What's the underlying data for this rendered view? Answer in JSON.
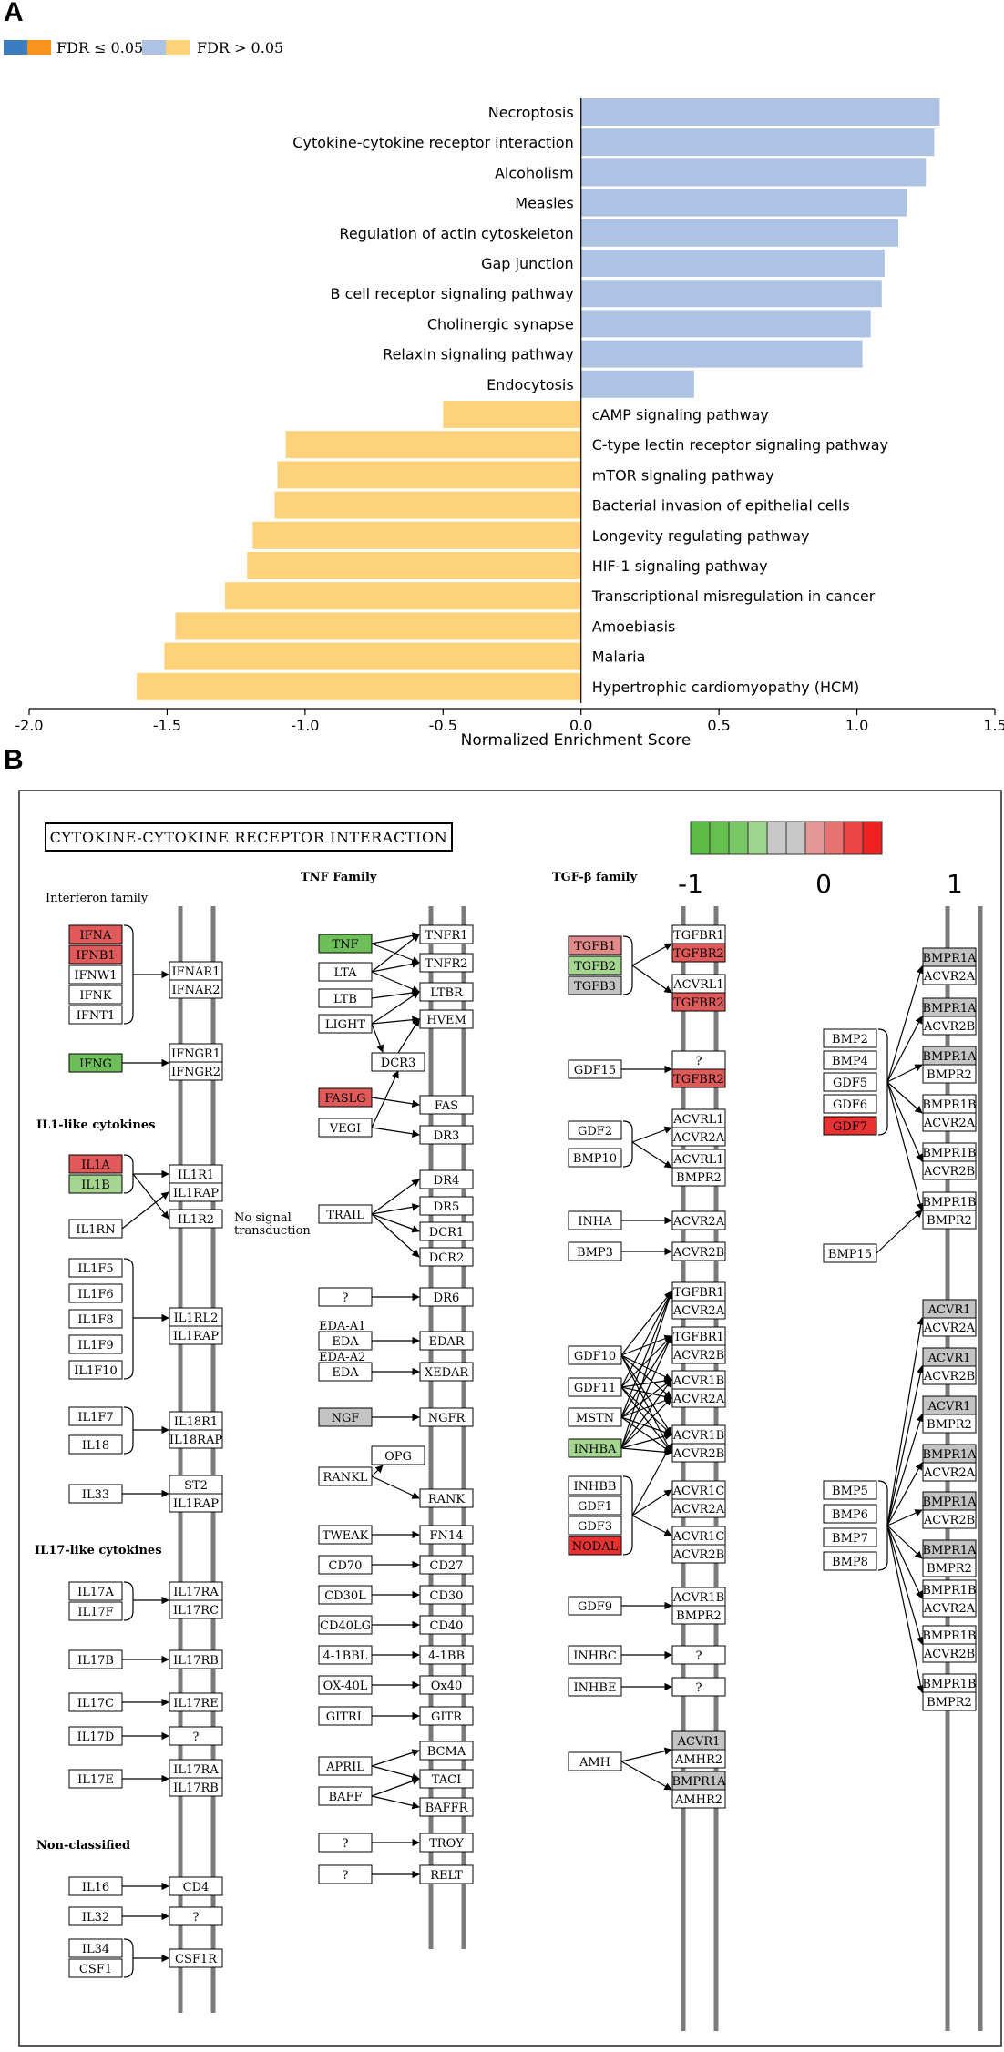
{
  "panel_a_label": "A",
  "panel_b_label": "B",
  "legend": {
    "sig_label": "FDR ≤ 0.05",
    "nonsig_label": "FDR > 0.05",
    "colors": {
      "pos_sig": "#3b7dc0",
      "neg_sig": "#f7931e",
      "pos_nonsig": "#aec3e3",
      "neg_nonsig": "#fdd27a"
    }
  },
  "chart_data": {
    "type": "bar",
    "orientation": "horizontal",
    "xlabel": "Normalized Enrichment Score",
    "xlim": [
      -2.0,
      1.5
    ],
    "xticks": [
      "-2.0",
      "-1.5",
      "-1.0",
      "-0.5",
      "0.0",
      "0.5",
      "1.0",
      "1.5"
    ],
    "categories": [
      "Necroptosis",
      "Cytokine-cytokine receptor interaction",
      "Alcoholism",
      "Measles",
      "Regulation of actin cytoskeleton",
      "Gap junction",
      "B cell receptor signaling pathway",
      "Cholinergic synapse",
      "Relaxin signaling pathway",
      "Endocytosis",
      "cAMP signaling pathway",
      "C-type lectin receptor signaling pathway",
      "mTOR signaling pathway",
      "Bacterial invasion of epithelial cells",
      "Longevity regulating pathway",
      "HIF-1 signaling pathway",
      "Transcriptional misregulation in cancer",
      "Amoebiasis",
      "Malaria",
      "Hypertrophic cardiomyopathy (HCM)"
    ],
    "values": [
      1.3,
      1.28,
      1.25,
      1.18,
      1.15,
      1.1,
      1.09,
      1.05,
      1.02,
      0.41,
      -0.5,
      -1.07,
      -1.1,
      -1.11,
      -1.19,
      -1.21,
      -1.29,
      -1.47,
      -1.51,
      -1.61
    ],
    "fdr_significant": [
      false,
      false,
      false,
      false,
      false,
      false,
      false,
      false,
      false,
      false,
      false,
      false,
      false,
      false,
      false,
      false,
      false,
      false,
      false,
      false
    ]
  },
  "pathway": {
    "title": "CYTOKINE-CYTOKINE RECEPTOR INTERACTION",
    "scale_labels": [
      "-1",
      "0",
      "1"
    ],
    "scale_colors": [
      "#5dbb46",
      "#66c04f",
      "#79c865",
      "#9fd68e",
      "#c8c8c8",
      "#c8c8c8",
      "#e39797",
      "#e67272",
      "#ec4545",
      "#ef2020"
    ],
    "colors": {
      "red": "#e05a5a",
      "brightred": "#e83232",
      "lightred": "#e08a8a",
      "green": "#6ebf5a",
      "lightgreen": "#a5d68f",
      "gray": "#c4c4c4",
      "white": "#ffffff"
    },
    "sections": {
      "interferon": "Interferon family",
      "il1": "IL1-like cytokines",
      "il17": "IL17-like cytokines",
      "nonclass": "Non-classified",
      "tnf": "TNF Family",
      "tgfb": "TGF-β family",
      "no_signal": "No signal transduction"
    },
    "genes": {
      "IFNA": "IFNA",
      "IFNB1": "IFNB1",
      "IFNW1": "IFNW1",
      "IFNK": "IFNK",
      "IFNT1": "IFNT1",
      "IFNG": "IFNG",
      "IFNAR1": "IFNAR1",
      "IFNAR2": "IFNAR2",
      "IFNGR1": "IFNGR1",
      "IFNGR2": "IFNGR2",
      "IL1A": "IL1A",
      "IL1B": "IL1B",
      "IL1RN": "IL1RN",
      "IL1R1": "IL1R1",
      "IL1RAP": "IL1RAP",
      "IL1R2": "IL1R2",
      "IL1F5": "IL1F5",
      "IL1F6": "IL1F6",
      "IL1F8": "IL1F8",
      "IL1F9": "IL1F9",
      "IL1F10": "IL1F10",
      "IL1RL2": "IL1RL2",
      "IL1RAP_b": "IL1RAP",
      "IL1F7": "IL1F7",
      "IL18": "IL18",
      "IL18R1": "IL18R1",
      "IL18RAP": "IL18RAP",
      "IL33": "IL33",
      "ST2": "ST2",
      "IL1RAP_c": "IL1RAP",
      "IL17A": "IL17A",
      "IL17F": "IL17F",
      "IL17RA": "IL17RA",
      "IL17RC": "IL17RC",
      "IL17B": "IL17B",
      "IL17RB": "IL17RB",
      "IL17C": "IL17C",
      "IL17RE": "IL17RE",
      "IL17D": "IL17D",
      "Q": "?",
      "IL17E": "IL17E",
      "IL17RA_b": "IL17RA",
      "IL17RB_b": "IL17RB",
      "IL16": "IL16",
      "CD4": "CD4",
      "IL32": "IL32",
      "IL34": "IL34",
      "CSF1": "CSF1",
      "CSF1R": "CSF1R",
      "TNF": "TNF",
      "LTA": "LTA",
      "LTB": "LTB",
      "LIGHT": "LIGHT",
      "FASLG": "FASLG",
      "VEGI": "VEGI",
      "TRAIL": "TRAIL",
      "EDA_A1": "EDA-A1",
      "EDA": "EDA",
      "EDA_A2": "EDA-A2",
      "NGF": "NGF",
      "RANKL": "RANKL",
      "OPG": "OPG",
      "TWEAK": "TWEAK",
      "CD70": "CD70",
      "CD30L": "CD30L",
      "CD40LG": "CD40LG",
      "4_1BBL": "4-1BBL",
      "OX40L": "OX-40L",
      "GITRL": "GITRL",
      "APRIL": "APRIL",
      "BAFF": "BAFF",
      "TNFR1": "TNFR1",
      "TNFR2": "TNFR2",
      "LTBR": "LTBR",
      "HVEM": "HVEM",
      "DCR3": "DCR3",
      "FAS": "FAS",
      "DR3": "DR3",
      "DR4": "DR4",
      "DR5": "DR5",
      "DCR1": "DCR1",
      "DCR2": "DCR2",
      "DR6": "DR6",
      "EDAR": "EDAR",
      "XEDAR": "XEDAR",
      "NGFR": "NGFR",
      "RANK": "RANK",
      "FN14": "FN14",
      "CD27": "CD27",
      "CD30": "CD30",
      "CD40": "CD40",
      "4_1BB": "4-1BB",
      "Ox40": "Ox40",
      "GITR": "GITR",
      "BCMA": "BCMA",
      "TACI": "TACI",
      "BAFFR": "BAFFR",
      "TROY": "TROY",
      "RELT": "RELT",
      "TGFB1": "TGFB1",
      "TGFB2": "TGFB2",
      "TGFB3": "TGFB3",
      "TGFBR1": "TGFBR1",
      "TGFBR2": "TGFBR2",
      "ACVRL1": "ACVRL1",
      "GDF15": "GDF15",
      "GDF2": "GDF2",
      "BMP10": "BMP10",
      "ACVR2A": "ACVR2A",
      "BMPR2": "BMPR2",
      "INHA": "INHA",
      "BMP3": "BMP3",
      "ACVR2B": "ACVR2B",
      "GDF10": "GDF10",
      "GDF11": "GDF11",
      "MSTN": "MSTN",
      "INHBA": "INHBA",
      "INHBB": "INHBB",
      "GDF1": "GDF1",
      "GDF3": "GDF3",
      "NODAL": "NODAL",
      "ACVR1B": "ACVR1B",
      "ACVR1C": "ACVR1C",
      "GDF9": "GDF9",
      "INHBC": "INHBC",
      "INHBE": "INHBE",
      "AMH": "AMH",
      "ACVR1": "ACVR1",
      "AMHR2": "AMHR2",
      "BMPR1A": "BMPR1A",
      "BMP2": "BMP2",
      "BMP4": "BMP4",
      "GDF5": "GDF5",
      "GDF6": "GDF6",
      "GDF7": "GDF7",
      "BMPR1B": "BMPR1B",
      "BMP15": "BMP15",
      "BMP5": "BMP5",
      "BMP6": "BMP6",
      "BMP7": "BMP7",
      "BMP8": "BMP8"
    }
  }
}
